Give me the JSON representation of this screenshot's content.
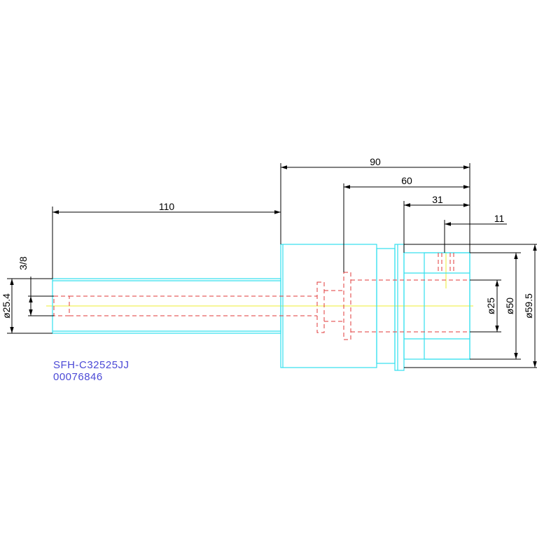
{
  "drawing": {
    "part_number": "SFH-C32525JJ",
    "item_code": "00076846",
    "colors": {
      "outline": "#33e0ee",
      "hidden": "#e03a3a",
      "centerline": "#eeee33",
      "dimension": "#000000",
      "text": "#4b49d6"
    }
  },
  "dimensions": {
    "total_length": "90",
    "head_length": "60",
    "collar_length": "31",
    "tip_length": "11",
    "shank_length": "110",
    "shank_diameter": "ø25.4",
    "thread": "3/8",
    "bore_diameter": "ø25",
    "head_diameter": "ø50",
    "flange_diameter": "ø59.5"
  }
}
